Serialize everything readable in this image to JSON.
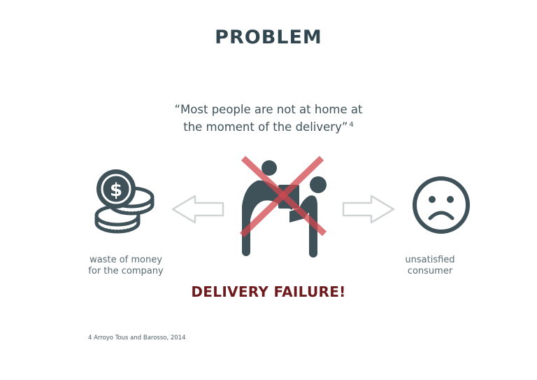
{
  "slide": {
    "title": "PROBLEM",
    "quote_line1": "“Most people are not at home at",
    "quote_line2": "the moment of the delivery”",
    "quote_ref": "4",
    "left_caption_line1": "waste of money",
    "left_caption_line2": "for the company",
    "right_caption_line1": "unsatisfied",
    "right_caption_line2": "consumer",
    "headline": "DELIVERY FAILURE!",
    "footnote": "4 Arroyo Tous and Barosso, 2014"
  },
  "icons": {
    "coins": "coins-dollar-icon",
    "left_arrow": "arrow-left-icon",
    "center": "package-handover-crossed-icon",
    "right_arrow": "arrow-right-icon",
    "face": "sad-face-icon"
  },
  "colors": {
    "title": "#324650",
    "icon": "#3f5159",
    "arrow_outline": "#cfd3d4",
    "cross": "#d0484e",
    "headline": "#6e1a1c"
  }
}
